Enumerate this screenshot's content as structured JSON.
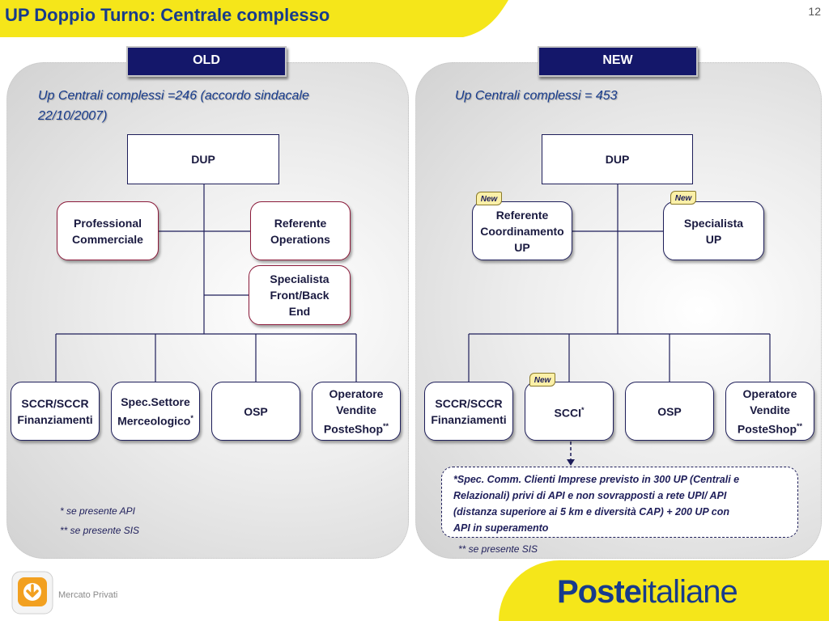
{
  "title": "UP Doppio Turno:  Centrale complesso",
  "page_number": "12",
  "old": {
    "header": "OLD",
    "subtitle_line1": "Up Centrali complessi =246 (accordo sindacale",
    "subtitle_line2": "22/10/2007)",
    "dup": "DUP",
    "professional_line1": "Professional",
    "professional_line2": "Commerciale",
    "referente_line1": "Referente",
    "referente_line2": "Operations",
    "specialista_line1": "Specialista",
    "specialista_line2": "Front/Back",
    "specialista_line3": "End",
    "sccr_line1": "SCCR/SCCR",
    "sccr_line2": "Finanziamenti",
    "spec_line1": "Spec.Settore",
    "spec_line2": "Merceologico",
    "spec_sup": "*",
    "osp": "OSP",
    "operatore_line1": "Operatore",
    "operatore_line2": "Vendite",
    "operatore_line3": "PosteShop",
    "operatore_sup": "**",
    "footnote1": "* se presente API",
    "footnote2": "** se presente SIS"
  },
  "new": {
    "header": "NEW",
    "subtitle": "Up Centrali complessi = 453",
    "dup": "DUP",
    "referente_line1": "Referente",
    "referente_line2": "Coordinamento",
    "referente_line3": "UP",
    "specialista_line1": "Specialista",
    "specialista_line2": "UP",
    "sccr_line1": "SCCR/SCCR",
    "sccr_line2": "Finanziamenti",
    "scci": "SCCI",
    "scci_sup": "*",
    "osp": "OSP",
    "operatore_line1": "Operatore",
    "operatore_line2": "Vendite",
    "operatore_line3": "PosteShop",
    "operatore_sup": "**",
    "new_tag": "New",
    "note_lines": [
      "*Spec. Comm. Clienti Imprese previsto in 300 UP (Centrali e",
      "Relazionali) privi di API e non sovrapposti a rete UPI/ API",
      "(distanza superiore ai 5 km e diversità CAP) + 200 UP con",
      "API in superamento"
    ],
    "footnote": "** se presente SIS"
  },
  "footer": {
    "label": "Mercato Privati"
  },
  "logo": {
    "bold": "Poste",
    "regular": "italiane"
  },
  "colors": {
    "accent_yellow": "#f5e61a",
    "navy": "#14176a",
    "text_blue": "#173b8c"
  }
}
